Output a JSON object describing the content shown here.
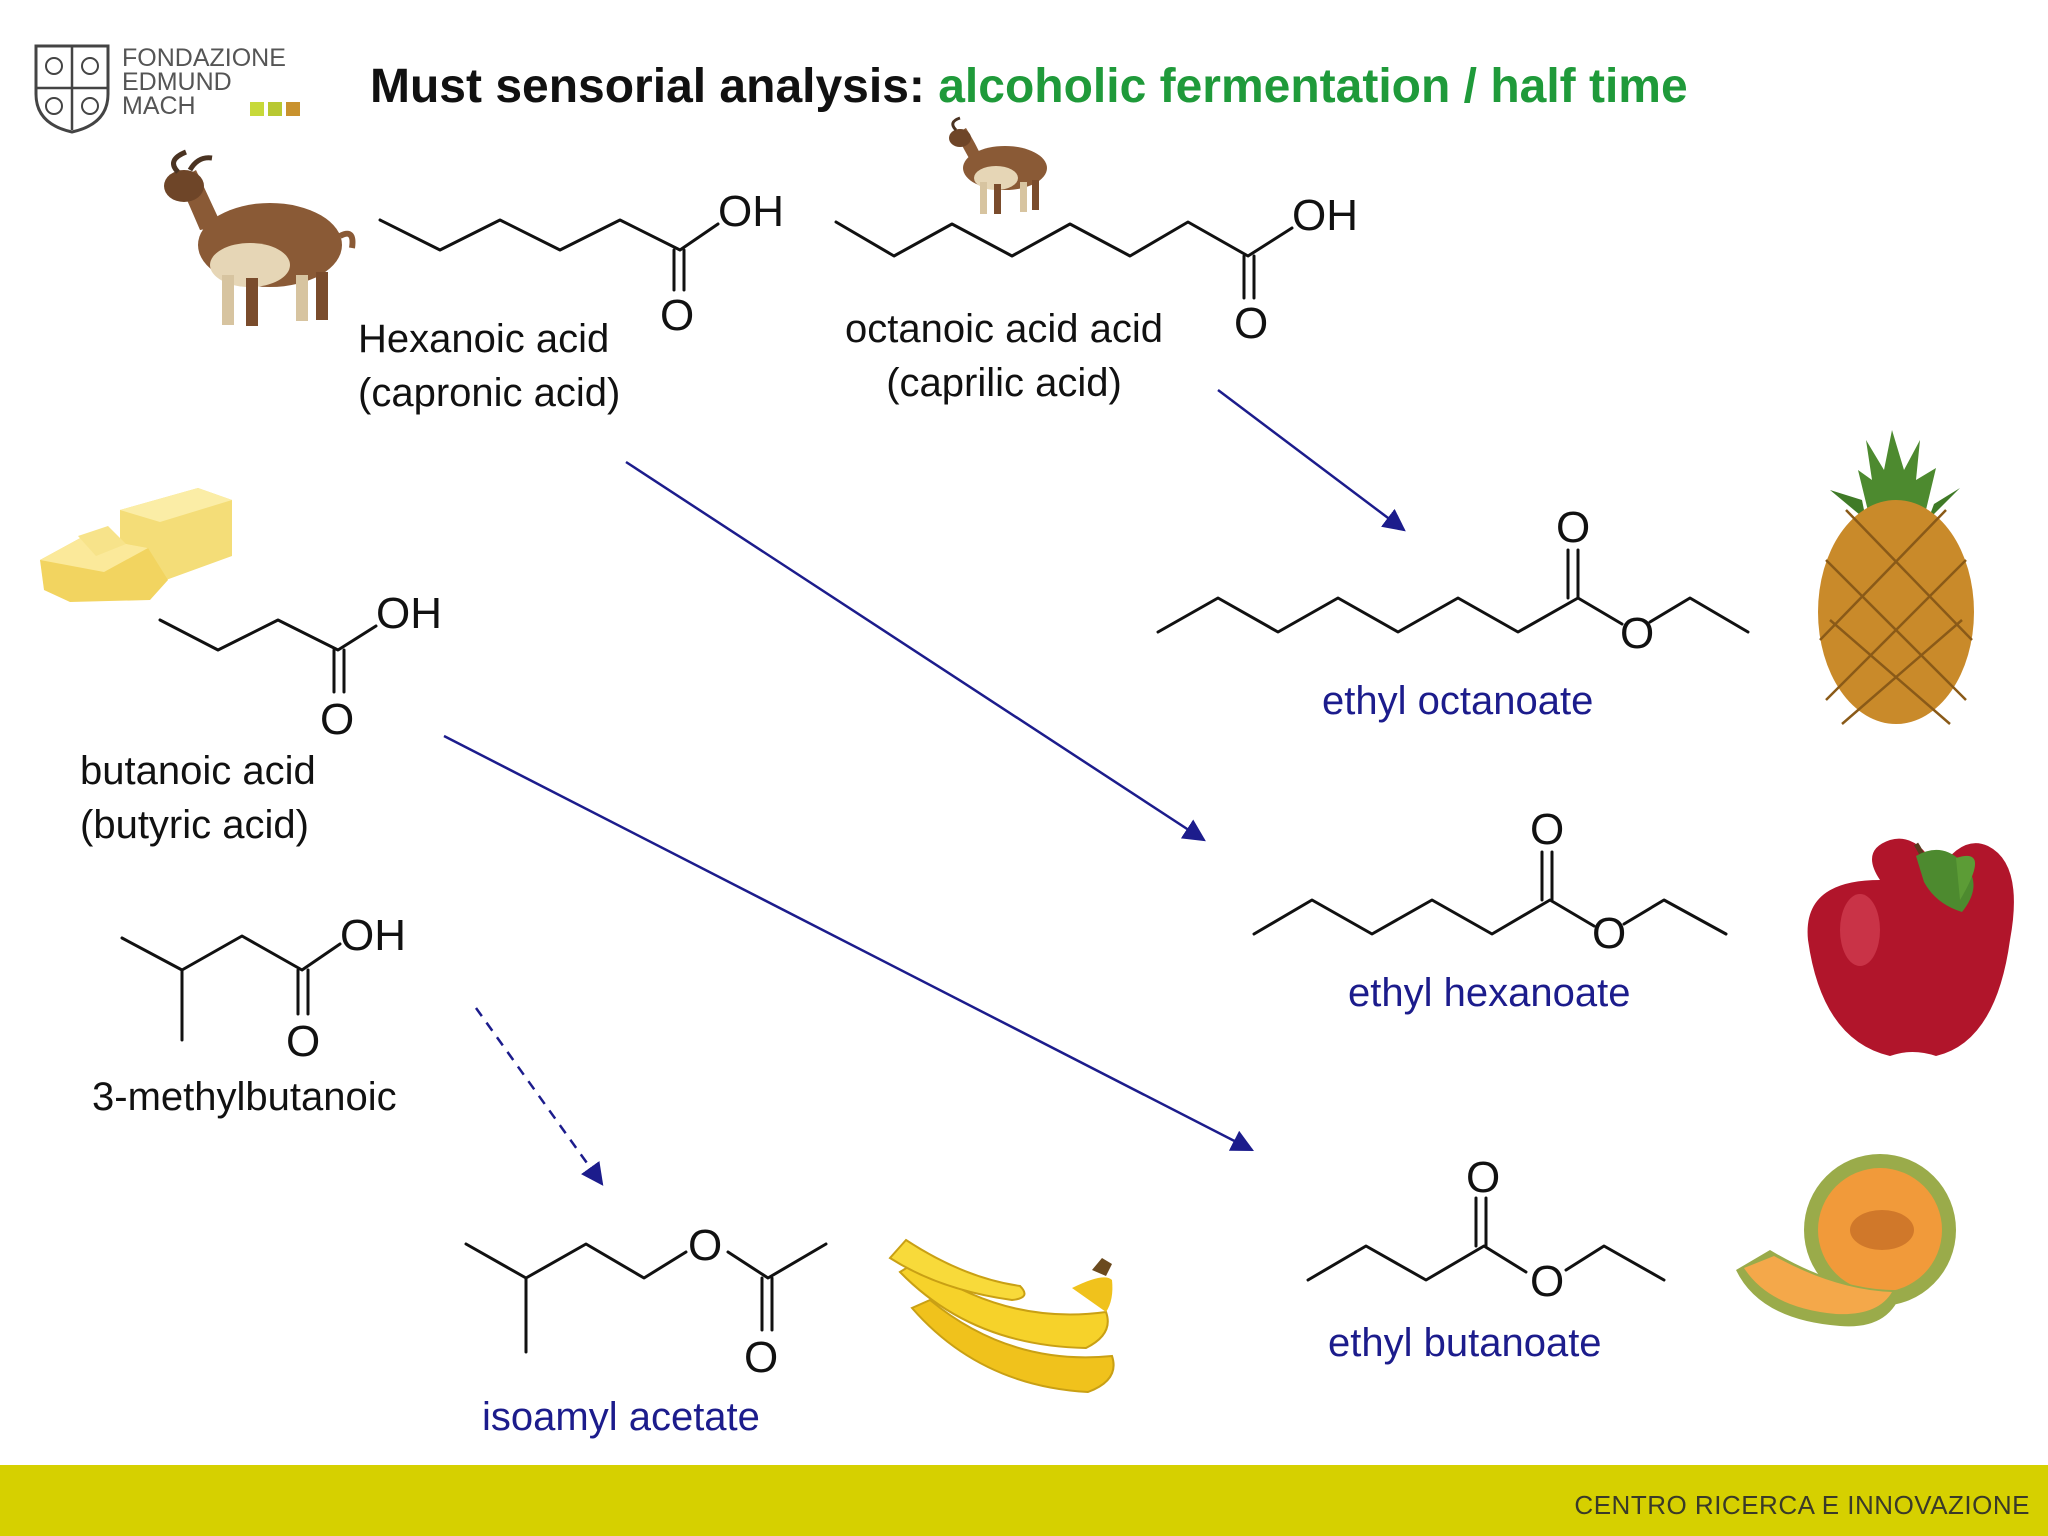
{
  "logo": {
    "line1": "FONDAZIONE",
    "line2": "EDMUND",
    "line3": "MACH"
  },
  "title": {
    "main": "Must sensorial analysis: ",
    "highlight": "alcoholic fermentation / half time"
  },
  "colors": {
    "title_black": "#111111",
    "title_green": "#1f9a3a",
    "ester_blue": "#1c1c8c",
    "arrow_blue": "#1c1c8c",
    "footer_bar": "#d6d000",
    "footer_text": "#3a3a28"
  },
  "atoms": {
    "oh": "OH",
    "o": "O"
  },
  "acids": {
    "hexanoic": {
      "line1": "Hexanoic acid",
      "line2": "(capronic acid)"
    },
    "octanoic": {
      "line1": "octanoic acid acid",
      "line2": "(caprilic acid)"
    },
    "butanoic": {
      "line1": "butanoic acid",
      "line2": "(butyric acid)"
    },
    "methylbutanoic": {
      "line1": "3-methylbutanoic"
    }
  },
  "esters": {
    "ethyl_octanoate": "ethyl octanoate",
    "ethyl_hexanoate": "ethyl hexanoate",
    "ethyl_butanoate": "ethyl butanoate",
    "isoamyl_acetate": "isoamyl acetate"
  },
  "icons": {
    "goat_large": "goat-icon",
    "goat_small": "goat-icon",
    "butter": "butter-icon",
    "pineapple": "pineapple-icon",
    "apple": "apple-icon",
    "melon": "melon-icon",
    "banana": "banana-icon"
  },
  "footer": {
    "text": "CENTRO RICERCA E INNOVAZIONE"
  }
}
